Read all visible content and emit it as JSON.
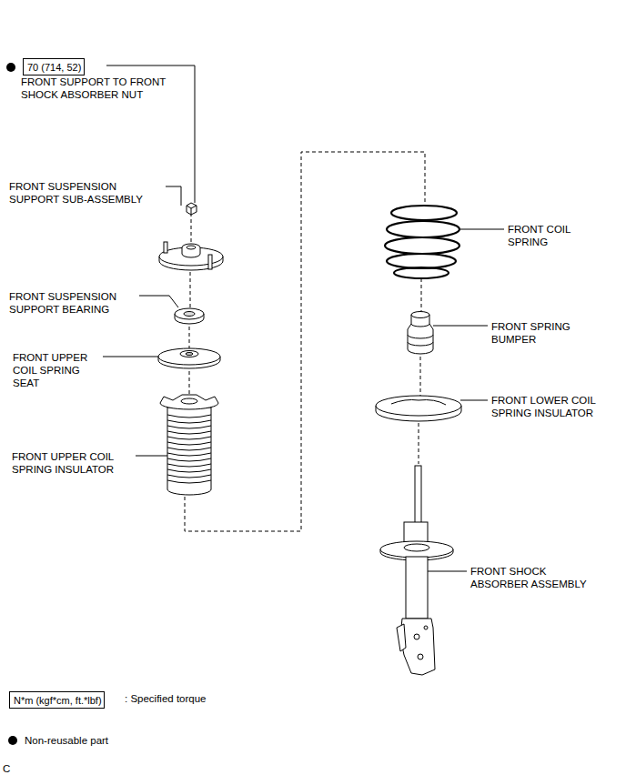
{
  "diagram": {
    "nodes": [
      {
        "text": [
          "70 (714, 52)"
        ]
      },
      {
        "text": [
          "N*m (kgf*cm, ft.*lbf)"
        ]
      }
    ],
    "labels": [
      "FRONT SUPPORT TO FRONT SHOCK ABSORBER NUT",
      "FRONT SUSPENSION SUPPORT SUB-ASSEMBLY",
      "FRONT SUSPENSION SUPPORT BEARING",
      "FRONT UPPER COIL SPRING SEAT",
      "FRONT UPPER COIL SPRING INSULATOR",
      "FRONT COIL SPRING",
      "FRONT SPRING BUMPER",
      "FRONT LOWER COIL SPRING INSULATOR",
      "FRONT SHOCK ABSORBER ASSEMBLY",
      "C"
    ],
    "legend": [
      {
        "text": ": Specified torque"
      },
      {
        "text": "Non-reusable part"
      }
    ]
  }
}
